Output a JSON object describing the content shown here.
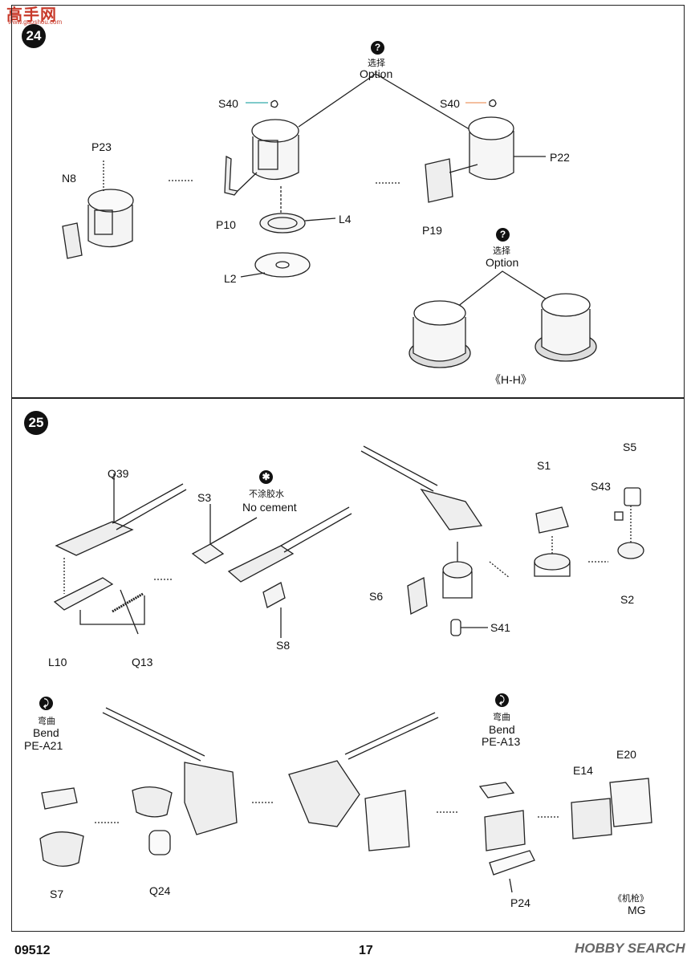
{
  "watermark_top": {
    "brand": "高手网",
    "url": "www.gaoshou.com"
  },
  "watermark_bottom": "HOBBY SEARCH",
  "footer": {
    "code": "09512",
    "page": "17"
  },
  "step24": {
    "number": "24",
    "option1": {
      "cn": "选择",
      "en": "Option"
    },
    "option2": {
      "cn": "选择",
      "en": "Option"
    },
    "parts": {
      "s40a": "S40",
      "s40b": "S40",
      "p23": "P23",
      "n8": "N8",
      "p10": "P10",
      "l4": "L4",
      "l2": "L2",
      "p22": "P22",
      "p19": "P19"
    },
    "view_label": "《H-H》"
  },
  "step25": {
    "number": "25",
    "no_cement": {
      "cn": "不涂胶水",
      "en": "No cement"
    },
    "bend1": {
      "cn": "弯曲",
      "en": "Bend",
      "part": "PE-A21"
    },
    "bend2": {
      "cn": "弯曲",
      "en": "Bend",
      "part": "PE-A13"
    },
    "parts": {
      "q39": "Q39",
      "l10": "L10",
      "q13": "Q13",
      "s3": "S3",
      "s8": "S8",
      "s6": "S6",
      "s41": "S41",
      "s1": "S1",
      "s5": "S5",
      "s43": "S43",
      "s2": "S2",
      "s7": "S7",
      "q24": "Q24",
      "p24": "P24",
      "e14": "E14",
      "e20": "E20"
    },
    "mg": {
      "cn": "《机枪》",
      "en": "MG"
    }
  }
}
